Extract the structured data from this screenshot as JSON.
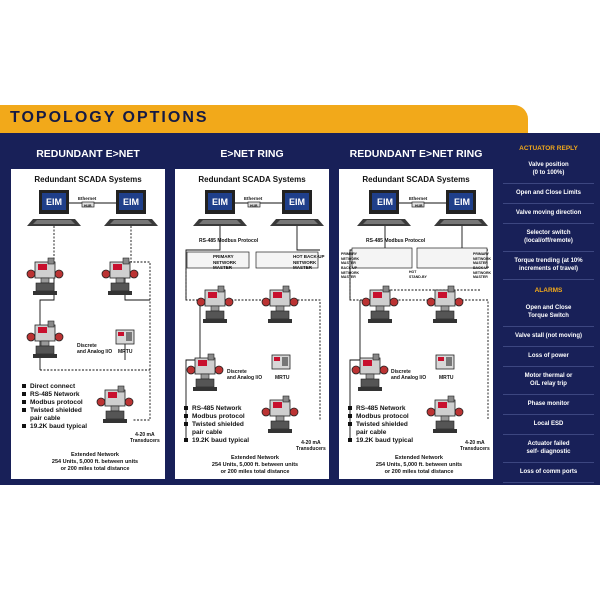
{
  "title": "TOPOLOGY OPTIONS",
  "colors": {
    "accent": "#f2a91a",
    "navy": "#182058",
    "eim_blue": "#1f3f8a",
    "actuator_red": "#c8102e"
  },
  "panels": [
    {
      "header": "REDUNDANT E>NET",
      "subtitle": "Redundant SCADA Systems",
      "eim_labels": [
        "EIM",
        "EIM"
      ],
      "ethernet_label": "Ethernet",
      "hub_label": "HUB",
      "discrete_label": "Discrete\nand Analog I/O",
      "mrtu_label": "MRTU",
      "transducer_label": "4-20 mA\nTransducers",
      "bullets": [
        "Direct connect",
        "RS-485 Network",
        "Modbus protocol",
        "Twisted shielded\npair cable",
        "19.2K baud typical"
      ],
      "footer": "Extended Network\n254 Units, 5,000 ft. between units\nor 200 miles total distance"
    },
    {
      "header": "E>NET RING",
      "subtitle": "Redundant SCADA Systems",
      "eim_labels": [
        "EIM",
        "EIM"
      ],
      "ethernet_label": "Ethernet",
      "hub_label": "HUB",
      "protocol_label": "RS-485 Modbus Protocol",
      "master_labels": [
        "PRIMARY\nNETWORK\nMASTER",
        "HOT BACK-UP\nNETWORK\nMASTER"
      ],
      "discrete_label": "Discrete\nand Analog I/O",
      "mrtu_label": "MRTU",
      "transducer_label": "4-20 mA\nTransducers",
      "bullets": [
        "RS-485 Network",
        "Modbus protocol",
        "Twisted shielded\npair cable",
        "19.2K baud typical"
      ],
      "footer": "Extended Network\n254 Units, 5,000 ft. between units\nor 200 miles total distance"
    },
    {
      "header": "REDUNDANT E>NET RING",
      "subtitle": "Redundant SCADA Systems",
      "eim_labels": [
        "EIM",
        "EIM"
      ],
      "ethernet_label": "Ethernet",
      "hub_label": "HUB",
      "protocol_label": "RS-485 Modbus Protocol",
      "master_labels": [
        "PRIMARY\nNETWORK\nMASTER",
        "HOT\nSTAND-BY",
        "PRIMARY\nNETWORK\nMASTER",
        "BACK-UP\nNETWORK\nMASTER"
      ],
      "discrete_label": "Discrete\nand Analog I/O",
      "mrtu_label": "MRTU",
      "transducer_label": "4-20 mA\nTransducers",
      "bullets": [
        "RS-485 Network",
        "Modbus protocol",
        "Twisted shielded\npair cable",
        "19.2K baud typical"
      ],
      "footer": "Extended Network\n254 Units, 5,000 ft. between units\nor 200 miles total distance"
    }
  ],
  "sidebar": {
    "reply_header": "ACTUATOR REPLY",
    "reply_items": [
      "Valve position\n(0 to 100%)",
      "Open and Close Limits",
      "Valve moving direction",
      "Selector switch\n(local/off/remote)",
      "Torque trending (at 10%\nincrements of travel)"
    ],
    "alarms_header": "ALARMS",
    "alarm_items": [
      "Open and Close\nTorque Switch",
      "Valve stall (not moving)",
      "Loss of power",
      "Motor thermal or\nO/L relay trip",
      "Phase monitor",
      "Local ESD",
      "Actuator failed\nself- diagnostic",
      "Loss of comm ports"
    ]
  }
}
